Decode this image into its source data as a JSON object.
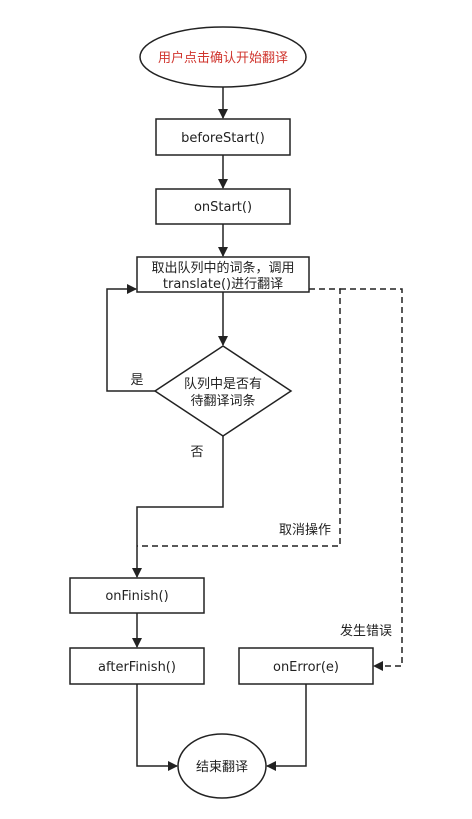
{
  "nodes": {
    "start": "用户点击确认开始翻译",
    "before_start": "beforeStart()",
    "on_start": "onStart()",
    "dequeue_line1": "取出队列中的词条，调用",
    "dequeue_line2": "translate()进行翻译",
    "decision_line1": "队列中是否有",
    "decision_line2": "待翻译词条",
    "on_finish": "onFinish()",
    "after_finish": "afterFinish()",
    "on_error": "onError(e)",
    "end": "结束翻译"
  },
  "edge_labels": {
    "yes": "是",
    "no": "否",
    "cancel": "取消操作",
    "error": "发生错误"
  },
  "colors": {
    "start_text": "#d0352e",
    "stroke": "#222222"
  }
}
